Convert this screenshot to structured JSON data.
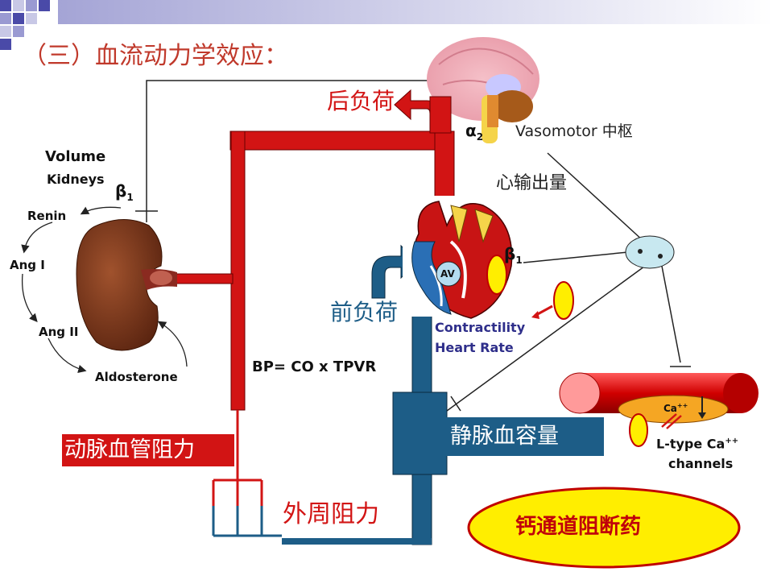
{
  "slide": {
    "title": "（三）血流动力学效应：",
    "afterload": "后负荷",
    "preload": "前负荷",
    "vasomotor": "Vasomotor 中枢",
    "cardiac_output": "心输出量",
    "volume": "Volume",
    "kidneys": "Kidneys",
    "beta": "β",
    "beta_sub": "1",
    "alpha": "α",
    "alpha_sub": "2",
    "renin": "Renin",
    "ang1": "Ang I",
    "ang2": "Ang II",
    "aldosterone": "Aldosterone",
    "av": "AV",
    "contractility": "Contractility",
    "heart_rate": "Heart Rate",
    "bp_formula": "BP= CO x TPVR",
    "arterial_resistance": "动脉血管阻力",
    "venous_volume": "静脉血容量",
    "peripheral_resistance": "外周阻力",
    "ca": "Ca",
    "ca_sup": "++",
    "ltype_line1": "L-type Ca",
    "ltype_sup": "++",
    "ltype_line2": "channels",
    "ccb": "钙通道阻断药"
  },
  "colors": {
    "title_red": "#c0392b",
    "artery_red": "#d21414",
    "vein_blue": "#1d5d87",
    "label_box_red": "#d21414",
    "label_box_blue": "#1d5d87",
    "ccb_yellow": "#ffee00",
    "ccb_text": "#c0000a",
    "contractility_text": "#2e2e8a"
  }
}
